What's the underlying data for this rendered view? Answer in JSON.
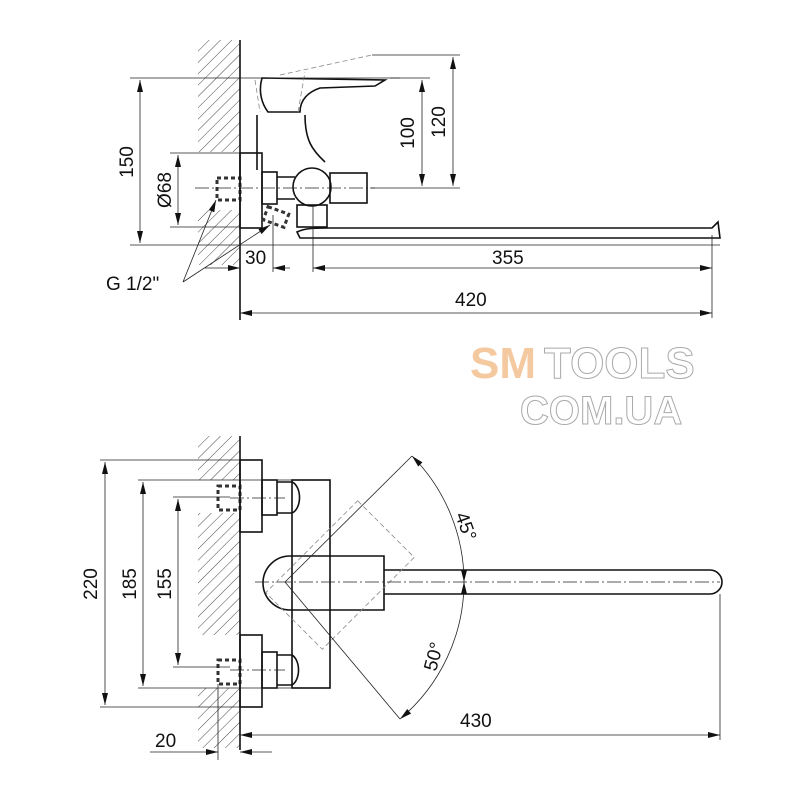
{
  "watermark": {
    "line1_a": "SM",
    "line1_b": "TOOLS",
    "line2": "COM.UA",
    "accent": "#f5c9a0"
  },
  "top_view": {
    "dimensions": {
      "height_total": "150",
      "diameter": "Ø68",
      "height_lever": "100",
      "height_lever_open": "120",
      "offset": "30",
      "spout_reach": "355",
      "total_length": "420"
    },
    "thread_label": "G 1/2\""
  },
  "front_view": {
    "dimensions": {
      "height_total": "220",
      "flange_span": "185",
      "connection_span": "155",
      "total_length": "430",
      "wall_offset": "20"
    },
    "angles": {
      "up": "45°",
      "down": "50°"
    }
  }
}
